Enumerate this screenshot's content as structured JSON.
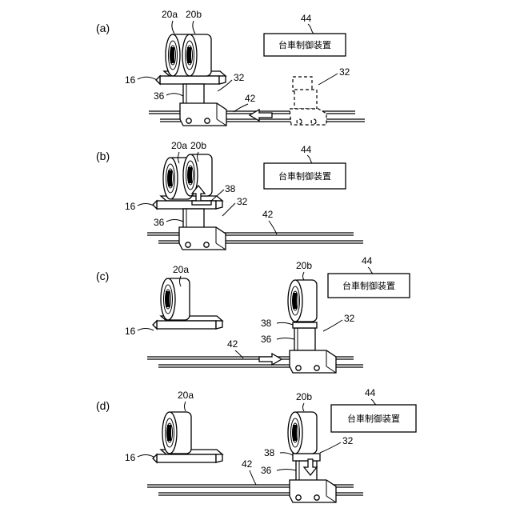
{
  "panels": [
    {
      "id": "a",
      "tag": "(a)",
      "labels": {
        "roll_a": "20a",
        "roll_b": "20b",
        "controller_ref": "44",
        "controller": "台車制御装置",
        "cart": "32",
        "cart_ghost": "32",
        "rail": "42",
        "stand": "16",
        "lift": "36"
      }
    },
    {
      "id": "b",
      "tag": "(b)",
      "labels": {
        "roll_a": "20a",
        "roll_b": "20b",
        "controller_ref": "44",
        "controller": "台車制御装置",
        "cart": "32",
        "rail": "42",
        "stand": "16",
        "lift": "36",
        "pad": "38"
      }
    },
    {
      "id": "c",
      "tag": "(c)",
      "labels": {
        "roll_a": "20a",
        "roll_b": "20b",
        "controller_ref": "44",
        "controller": "台車制御装置",
        "cart": "32",
        "rail": "42",
        "stand": "16",
        "lift": "36",
        "pad": "38"
      }
    },
    {
      "id": "d",
      "tag": "(d)",
      "labels": {
        "roll_a": "20a",
        "roll_b": "20b",
        "controller_ref": "44",
        "controller": "台車制御装置",
        "cart": "32",
        "rail": "42",
        "stand": "16",
        "lift": "36",
        "pad": "38"
      }
    }
  ]
}
